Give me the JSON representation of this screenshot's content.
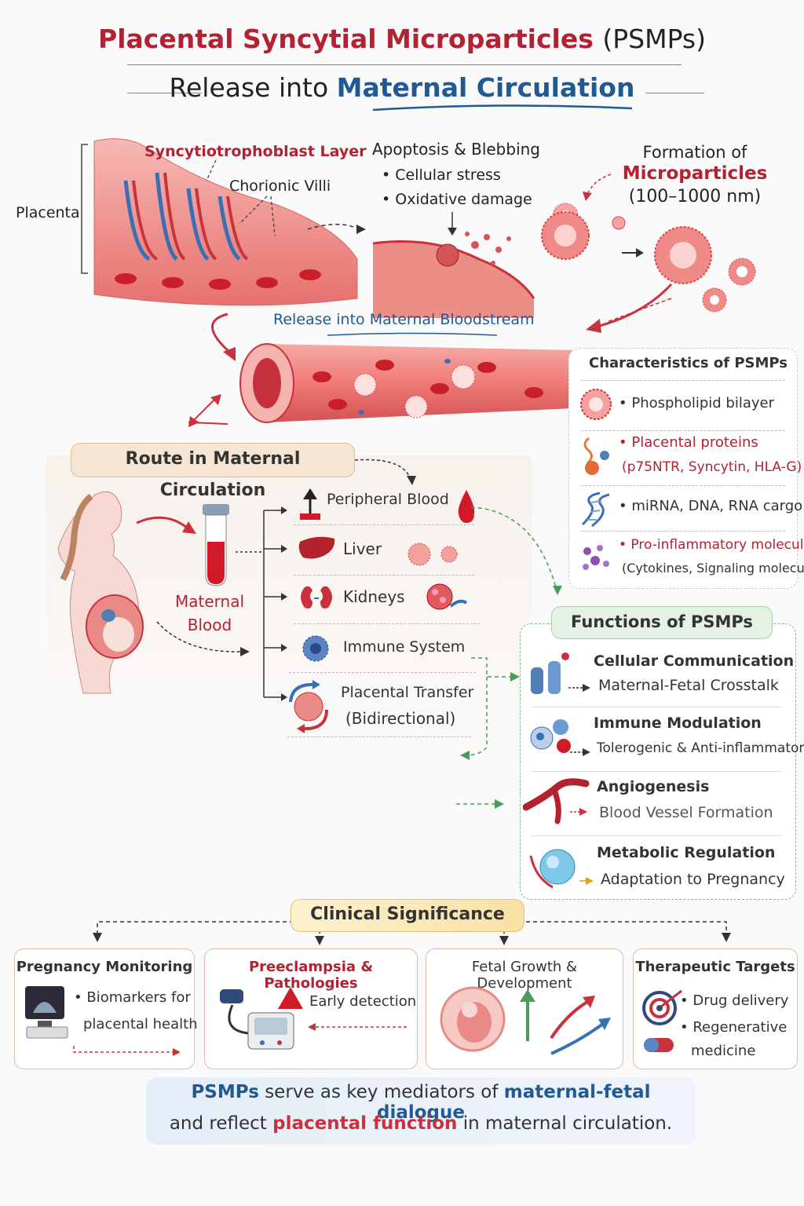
{
  "title": {
    "main_red": "Placental Syncytial Microparticles",
    "main_black": "(PSMPs)",
    "sub_black": "Release into",
    "sub_blue": "Maternal Circulation"
  },
  "formation": {
    "placenta_label": "Placenta",
    "syncytio_label": "Syncytiotrophoblast Layer",
    "villi_label": "Chorionic Villi",
    "apoptosis_title": "Apoptosis & Blebbing",
    "apoptosis_items": [
      "Cellular stress",
      "Oxidative damage"
    ],
    "formation_line1": "Formation of",
    "formation_line2": "Microparticles",
    "formation_size": "(100–1000 nm)",
    "release_label": "Release into Maternal Bloodstream"
  },
  "characteristics": {
    "title": "Characteristics of PSMPs",
    "items": [
      {
        "text": "• Phospholipid bilayer",
        "sub": ""
      },
      {
        "text": "• Placental proteins",
        "sub": "(p75NTR, Syncytin, HLA-G)"
      },
      {
        "text": "• miRNA, DNA, RNA cargo",
        "sub": ""
      },
      {
        "text": "• Pro-inflammatory molecules",
        "sub": "(Cytokines, Signaling molecules)"
      }
    ]
  },
  "route": {
    "title": "Route in Maternal Circulation",
    "maternal_blood_1": "Maternal",
    "maternal_blood_2": "Blood",
    "items": [
      "Peripheral Blood",
      "Liver",
      "Kidneys",
      "Immune System",
      "Placental Transfer",
      "(Bidirectional)"
    ]
  },
  "functions": {
    "title": "Functions of PSMPs",
    "items": [
      {
        "title": "Cellular Communication",
        "sub": "Maternal-Fetal Crosstalk"
      },
      {
        "title": "Immune Modulation",
        "sub": "Tolerogenic & Anti-inflammatory"
      },
      {
        "title": "Angiogenesis",
        "sub": "Blood Vessel Formation"
      },
      {
        "title": "Metabolic Regulation",
        "sub": "Adaptation to Pregnancy"
      }
    ]
  },
  "clinical": {
    "title": "Clinical Significance",
    "cards": [
      {
        "title": "Pregnancy Monitoring",
        "lines": [
          "• Biomarkers for",
          "placental health"
        ]
      },
      {
        "title": "Preeclampsia & Pathologies",
        "lines": [
          "Early detection"
        ]
      },
      {
        "title": "Fetal Growth & Development",
        "lines": []
      },
      {
        "title": "Therapeutic Targets",
        "lines": [
          "• Drug delivery",
          "• Regenerative",
          "medicine"
        ]
      }
    ]
  },
  "summary": {
    "part1": "PSMPs",
    "part2": " serve as key mediators of ",
    "part3": "maternal-fetal dialogue",
    "part4": "and reflect ",
    "part5": "placental function",
    "part6": " in maternal circulation."
  },
  "colors": {
    "accent_red": "#b22232",
    "accent_blue": "#1f5a94",
    "green": "#4a9a5a",
    "gold": "#f2d68a"
  }
}
